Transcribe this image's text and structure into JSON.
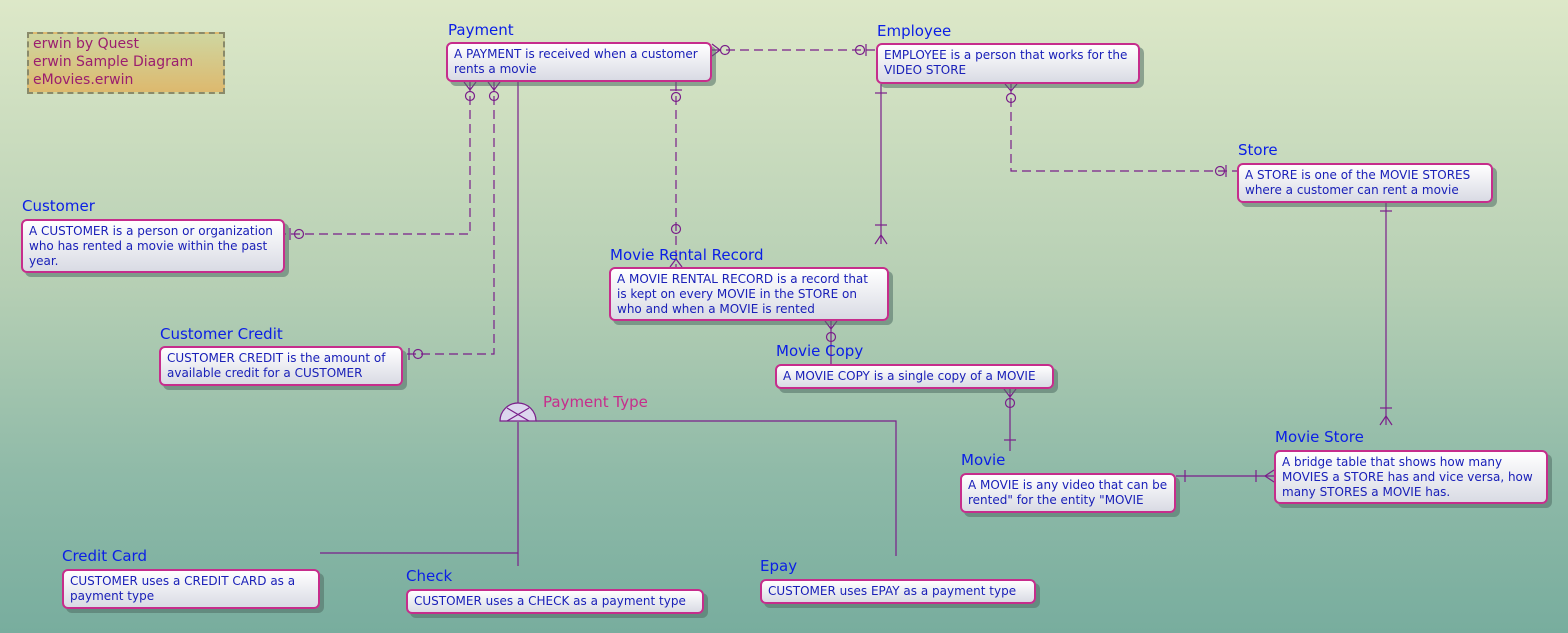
{
  "legend": {
    "line1": "erwin by Quest",
    "line2": "erwin Sample Diagram",
    "line3": "eMovies.erwin"
  },
  "entities": {
    "payment": {
      "title": "Payment",
      "description": "A PAYMENT is received when a customer rents a movie"
    },
    "employee": {
      "title": "Employee",
      "description": "EMPLOYEE is a person that works for the VIDEO STORE"
    },
    "store": {
      "title": "Store",
      "description": "A STORE is one of the MOVIE STORES where a customer can rent a movie"
    },
    "customer": {
      "title": "Customer",
      "description": "A CUSTOMER is a person or organization who has rented a movie within the past year."
    },
    "customer_credit": {
      "title": "Customer Credit",
      "description": "CUSTOMER CREDIT is the amount of available credit for a CUSTOMER"
    },
    "movie_rental_record": {
      "title": "Movie Rental Record",
      "description": "A MOVIE RENTAL RECORD is a record that is kept on every MOVIE in the STORE  on who and when a MOVIE is rented"
    },
    "movie_copy": {
      "title": "Movie Copy",
      "description": "A MOVIE COPY is a single copy of a MOVIE"
    },
    "movie": {
      "title": "Movie",
      "description": "A MOVIE is any video that can be rented\" for the entity \"MOVIE"
    },
    "movie_store": {
      "title": "Movie Store",
      "description": "A bridge table that shows how many MOVIES a STORE has and vice versa, how many STORES a MOVIE has."
    },
    "credit_card": {
      "title": "Credit Card",
      "description": "CUSTOMER uses a CREDIT CARD as a payment type"
    },
    "check": {
      "title": "Check",
      "description": "CUSTOMER uses a CHECK as a payment type"
    },
    "epay": {
      "title": "Epay",
      "description": "CUSTOMER uses EPAY as a payment type"
    }
  },
  "subtype": {
    "label": "Payment Type"
  },
  "colors": {
    "entity_title": "#0b1ee6",
    "entity_border": "#c62d8c",
    "entity_text": "#1a20b8",
    "relationship_line": "#7a1f8a",
    "subtype_label": "#c62d8c"
  }
}
